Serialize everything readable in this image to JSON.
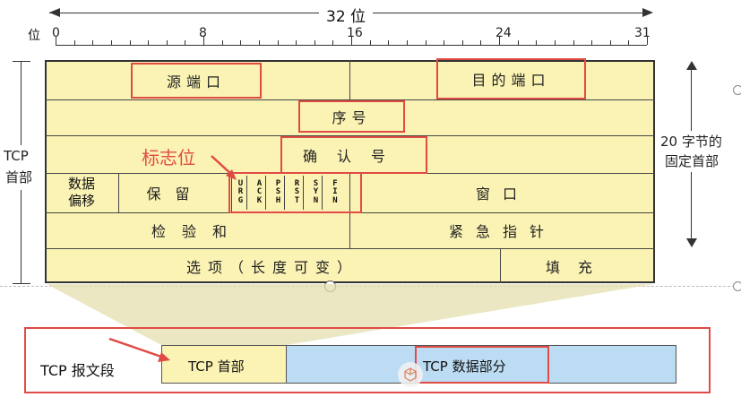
{
  "width_label": "32 位",
  "bit_label": "位",
  "bit_numbers": [
    "0",
    "8",
    "16",
    "24",
    "31"
  ],
  "fields": {
    "src_port": "源端口",
    "dst_port": "目的端口",
    "seq": "序号",
    "ack": "确认号",
    "offset_line1": "数据",
    "offset_line2": "偏移",
    "reserved": "保留",
    "window": "窗口",
    "checksum": "检验和",
    "urgent": "紧急指针",
    "options": "选项（长度可变）",
    "padding": "填充"
  },
  "flags": [
    "URG",
    "ACK",
    "PSH",
    "RST",
    "SYN",
    "FIN"
  ],
  "flag_label": "标志位",
  "left_label_line1": "TCP",
  "left_label_line2": "首部",
  "right_label_line1": "20 字节的",
  "right_label_line2": "固定首部",
  "segment": {
    "label": "TCP 报文段",
    "header": "TCP 首部",
    "data": "TCP 数据部分"
  },
  "colors": {
    "header_fill": "#fbf3b4",
    "data_fill": "#bcdcf3",
    "highlight": "#e04b45",
    "annotation": "#e04b45"
  }
}
